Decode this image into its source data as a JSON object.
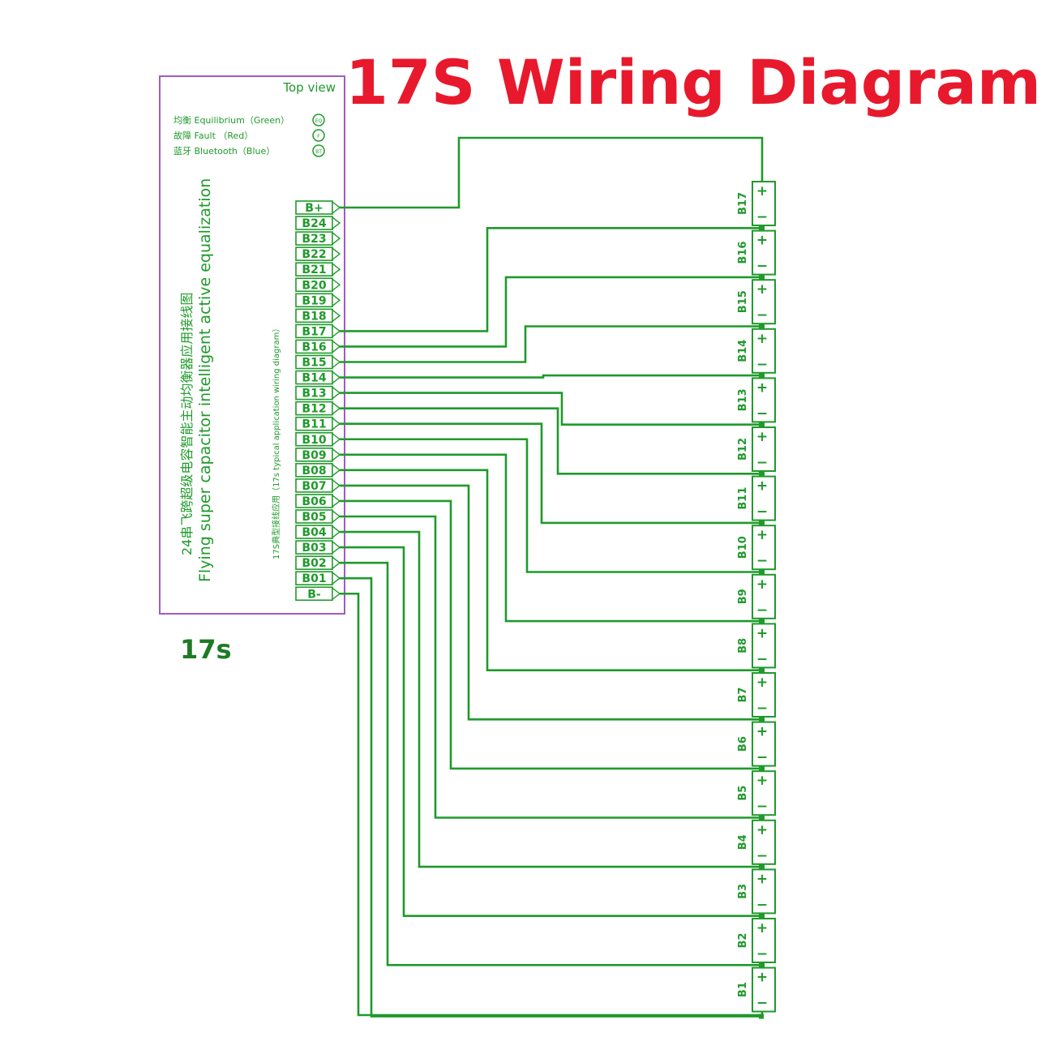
{
  "title": "17S Wiring Diagram",
  "board": {
    "top_view": "Top view",
    "indicators": [
      {
        "label": "均衡 Equilibrium（Green）",
        "mark": "EQ"
      },
      {
        "label": "故障 Fault （Red）",
        "mark": "F"
      },
      {
        "label": "蓝牙 Bluetooth（Blue）",
        "mark": "BT"
      }
    ],
    "vertical_cn": "24串飞跨超级电容智能主动均衡器应用接线图",
    "vertical_en": "Flying super capacitor intelligent active equalization",
    "vertical_small": "17S典型接线应用（17s typical application wiring diagram）",
    "pins": [
      "B+",
      "B24",
      "B23",
      "B22",
      "B21",
      "B20",
      "B19",
      "B18",
      "B17",
      "B16",
      "B15",
      "B14",
      "B13",
      "B12",
      "B11",
      "B10",
      "B09",
      "B08",
      "B07",
      "B06",
      "B05",
      "B04",
      "B03",
      "B02",
      "B01",
      "B-"
    ],
    "caption": "17s"
  },
  "cells": {
    "labels": [
      "B17",
      "B16",
      "B15",
      "B14",
      "B13",
      "B12",
      "B11",
      "B10",
      "B9",
      "B8",
      "B7",
      "B6",
      "B5",
      "B4",
      "B3",
      "B2",
      "B1"
    ],
    "plus": "+",
    "minus": "−"
  },
  "colors": {
    "title": "#e8192c",
    "wire": "#1f9a2b",
    "board_border": "#a05cc0",
    "caption": "#1c7a24"
  }
}
